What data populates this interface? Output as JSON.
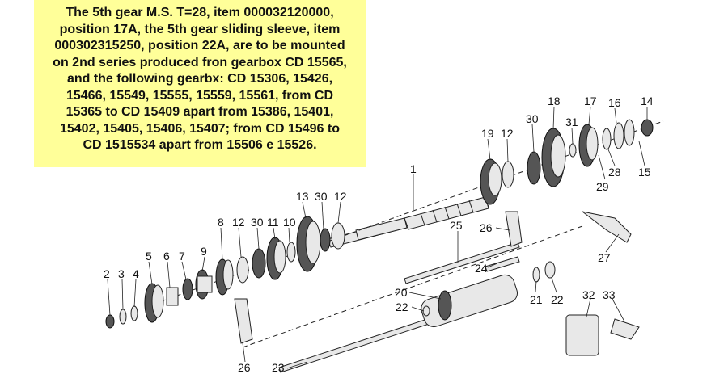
{
  "note": {
    "lines": [
      "The 5th gear M.S. T=28, item 000032120000,",
      "position 17A, the 5th gear sliding sleeve, item",
      "000302315250, position 22A, are to be mounted",
      "on 2nd series produced fron gearbox CD 15565,",
      "and the following gearbx: CD 15306, 15426,",
      "15466, 15549, 15555, 15559, 15561, from CD",
      "15365 to CD 15409 apart from 15386, 15401,",
      "15402, 15405, 15406, 15407; from CD 15496 to",
      "CD 1515534 apart from 15506 e 15526."
    ],
    "background_color": "#ffff99"
  },
  "callouts": {
    "c1": "1",
    "c2": "2",
    "c3": "3",
    "c4": "4",
    "c5": "5",
    "c6": "6",
    "c7": "7",
    "c8": "8",
    "c9": "9",
    "c10": "10",
    "c11": "11",
    "c12a": "12",
    "c12b": "12",
    "c12c": "12",
    "c13": "13",
    "c14": "14",
    "c15": "15",
    "c16": "16",
    "c17": "17",
    "c18": "18",
    "c19": "19",
    "c20": "20",
    "c21": "21",
    "c22a": "22",
    "c22b": "22",
    "c23": "23",
    "c24": "24",
    "c25": "25",
    "c26a": "26",
    "c26b": "26",
    "c27": "27",
    "c28": "28",
    "c29": "29",
    "c30a": "30",
    "c30b": "30",
    "c31": "31",
    "c32": "32",
    "c33": "33"
  }
}
